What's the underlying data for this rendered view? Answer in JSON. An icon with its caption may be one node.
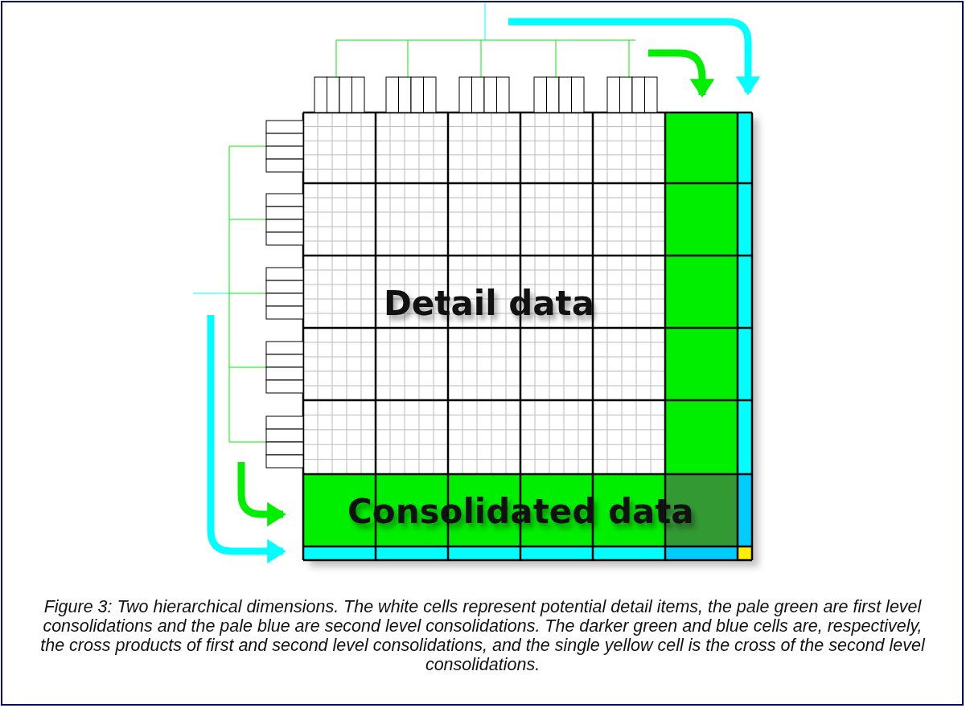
{
  "diagram": {
    "caption": "Figure 3: Two hierarchical dimensions. The white cells represent potential detail items, the pale green are first level consolidations and the pale blue are second level consolidations. The darker green and blue cells are, respectively, the cross products of first and second level consolidations, and the single yellow cell is the cross of the second level consolidations.",
    "labels": [
      "Detail data",
      "Consolidated data"
    ]
  }
}
